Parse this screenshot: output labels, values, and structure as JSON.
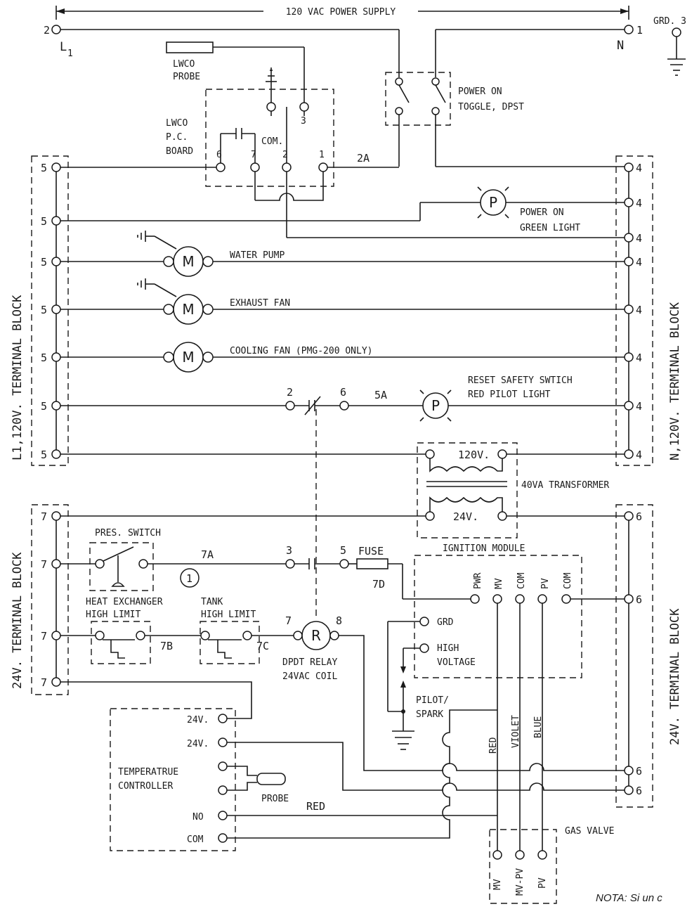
{
  "supply": {
    "title": "120 VAC POWER SUPPLY",
    "l1_num": "2",
    "l1_label": "L",
    "l1_sub": "1",
    "n_num": "1",
    "n_label": "N",
    "grd": "GRD. 3"
  },
  "lwco": {
    "probe_l1": "LWCO",
    "probe_l2": "PROBE",
    "term3": "3",
    "board_l1": "LWCO",
    "board_l2": "P.C.",
    "board_l3": "BOARD",
    "com": "COM.",
    "t6": "6",
    "t7": "7",
    "t2": "2",
    "t1": "1",
    "wire": "2A"
  },
  "toggle": {
    "l1": "POWER ON",
    "l2": "TOGGLE, DPST"
  },
  "blocks": {
    "left": "L1,120V. TERMINAL BLOCK",
    "right": "N,120V. TERMINAL BLOCK",
    "left24": "24V. TERMINAL BLOCK",
    "right24": "24V. TERMINAL BLOCK"
  },
  "term": {
    "five": "5",
    "four": "4",
    "seven": "7",
    "six": "6"
  },
  "loads": {
    "p": "P",
    "m": "M",
    "r": "R",
    "green_l1": "POWER ON",
    "green_l2": "GREEN LIGHT",
    "pump": "WATER PUMP",
    "exhaust": "EXHAUST FAN",
    "cooling": "COOLING FAN (PMG-200 ONLY)",
    "reset_l1": "RESET SAFETY SWTICH",
    "reset_l2": "RED PILOT LIGHT",
    "n2": "2",
    "n6": "6",
    "w5a": "5A"
  },
  "transformer": {
    "v120": "120V.",
    "v24": "24V.",
    "label": "40VA TRANSFORMER"
  },
  "control": {
    "pres": "PRES. SWITCH",
    "w7a": "7A",
    "n3": "3",
    "n5": "5",
    "fuse": "FUSE",
    "w7d": "7D",
    "circle1": "1",
    "hx_l1": "HEAT EXCHANGER",
    "hx_l2": "HIGH LIMIT",
    "w7b": "7B",
    "tank_l1": "TANK",
    "tank_l2": "HIGH LIMIT",
    "w7c": "7C",
    "r7": "7",
    "r8": "8",
    "relay_l1": "DPDT RELAY",
    "relay_l2": "24VAC COIL"
  },
  "ignition": {
    "title": "IGNITION MODULE",
    "pwr": "PWR",
    "mv": "MV",
    "com": "COM",
    "pv": "PV",
    "com2": "COM",
    "grd": "GRD",
    "hv_l1": "HIGH",
    "hv_l2": "VOLTAGE",
    "pilot_l1": "PILOT/",
    "pilot_l2": "SPARK"
  },
  "wires": {
    "red": "RED",
    "violet": "VIOLET",
    "blue": "BLUE",
    "red2": "RED"
  },
  "tc": {
    "t24a": "24V.",
    "t24b": "24V.",
    "l1": "TEMPERATRUE",
    "l2": "CONTROLLER",
    "probe": "PROBE",
    "no": "NO",
    "com": "COM"
  },
  "valve": {
    "label": "GAS VALVE",
    "mv": "MV",
    "mvpv": "MV-PV",
    "pv": "PV"
  },
  "note": "NOTA: Si un c"
}
